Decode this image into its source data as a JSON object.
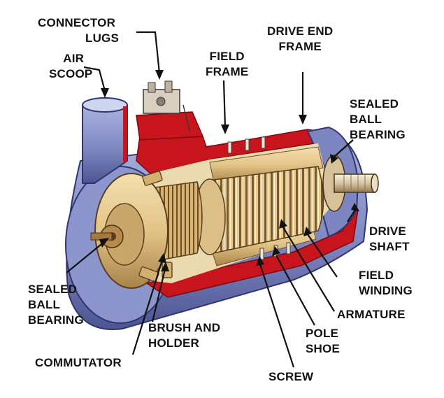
{
  "colors": {
    "red": "#c8141c",
    "gold": "#e3c487",
    "gold_dark": "#8c6a38",
    "blue": "#6f78b4",
    "blue_light": "#aab3de",
    "ink": "#111111"
  },
  "labels": {
    "connector_lugs": [
      "CONNECTOR",
      "LUGS"
    ],
    "air_scoop": [
      "AIR",
      "SCOOP"
    ],
    "field_frame": [
      "FIELD",
      "FRAME"
    ],
    "drive_end_frame": [
      "DRIVE END",
      "FRAME"
    ],
    "sealed_ball_bearing_right": [
      "SEALED",
      "BALL",
      "BEARING"
    ],
    "drive_shaft": [
      "DRIVE",
      "SHAFT"
    ],
    "field_winding": [
      "FIELD",
      "WINDING"
    ],
    "armature": "ARMATURE",
    "pole_shoe": [
      "POLE",
      "SHOE"
    ],
    "screw": "SCREW",
    "brush_and_holder": [
      "BRUSH AND",
      "HOLDER"
    ],
    "commutator": "COMMUTATOR",
    "sealed_ball_bearing_left": [
      "SEALED",
      "BALL",
      "BEARING"
    ]
  }
}
